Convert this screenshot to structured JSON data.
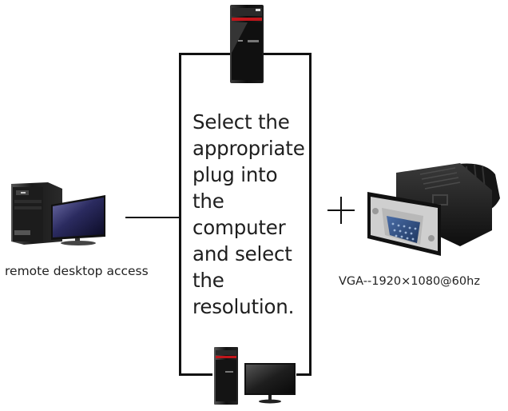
{
  "diagram": {
    "instruction_lines": [
      "Select the",
      "appropriate",
      "plug into",
      "the",
      "computer",
      "and select",
      "the",
      "resolution."
    ],
    "left_caption": "remote desktop access",
    "right_caption": "VGA--1920×1080@60hz",
    "icons": {
      "top": "tower-pc-icon",
      "left": "desktop-computer-icon",
      "bottom": "tower-pc-with-monitor-icon",
      "right": "vga-dummy-plug-icon",
      "plus": "plus-icon"
    },
    "colors": {
      "line": "#111111",
      "accent_red": "#c0161b",
      "vga_blue": "#2f4f86"
    }
  }
}
